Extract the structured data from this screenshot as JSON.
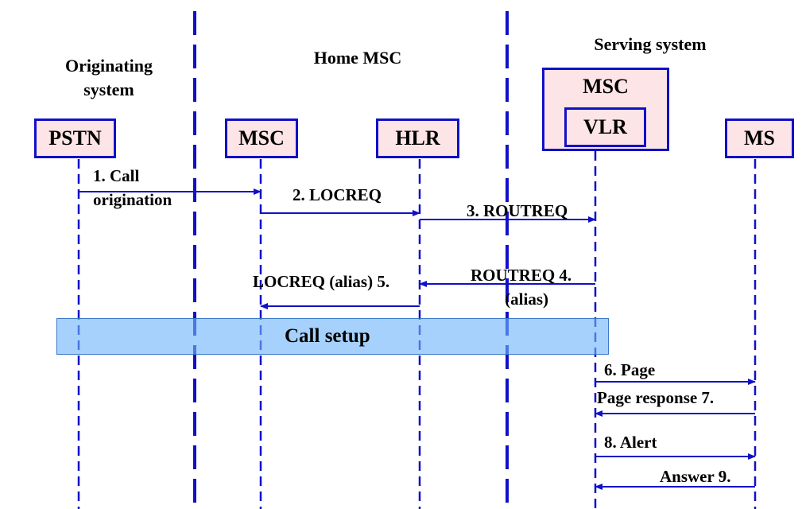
{
  "headers": {
    "originating": [
      "Originating",
      "system"
    ],
    "home": "Home MSC",
    "serving": "Serving system"
  },
  "entities": {
    "pstn": "PSTN",
    "msc_home": "MSC",
    "hlr": "HLR",
    "msc_serving": "MSC",
    "vlr": "VLR",
    "ms": "MS"
  },
  "messages": {
    "m1": [
      "1. Call",
      "origination"
    ],
    "m2": "2. LOCREQ",
    "m3": "3. ROUTREQ",
    "m4": [
      "ROUTREQ 4.",
      "(alias)"
    ],
    "m5": "LOCREQ (alias) 5.",
    "m6": "6. Page",
    "m7": "Page response  7.",
    "m8": "8. Alert",
    "m9": "Answer 9."
  },
  "call_setup": "Call setup",
  "colors": {
    "line": "#1010c8",
    "box_fill": "#fde4e6",
    "band_fill": "#7cbcf6"
  }
}
